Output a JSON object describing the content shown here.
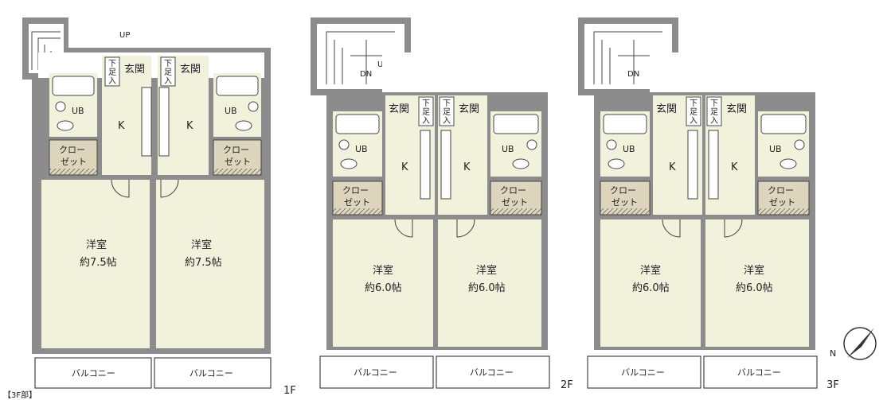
{
  "floors": [
    {
      "floor_label": "1F",
      "stair_label": "UP",
      "units": [
        {
          "entrance": "玄関",
          "shoe": "下足入",
          "kitchen": "K",
          "bath": "UB",
          "closet_line1": "クロー",
          "closet_line2": "ゼット",
          "room_name": "洋室",
          "room_size": "約7.5帖",
          "balcony": "バルコニー"
        },
        {
          "entrance": "玄関",
          "shoe": "下足入",
          "kitchen": "K",
          "bath": "UB",
          "closet_line1": "クロー",
          "closet_line2": "ゼット",
          "room_name": "洋室",
          "room_size": "約7.5帖",
          "balcony": "バルコニー"
        }
      ]
    },
    {
      "floor_label": "2F",
      "stair_label_dn": "DN",
      "stair_label_up": "UP",
      "units": [
        {
          "entrance": "玄関",
          "shoe": "下足入",
          "kitchen": "K",
          "bath": "UB",
          "closet_line1": "クロー",
          "closet_line2": "ゼット",
          "room_name": "洋室",
          "room_size": "約6.0帖",
          "balcony": "バルコニー"
        },
        {
          "entrance": "玄関",
          "shoe": "下足入",
          "kitchen": "K",
          "bath": "UB",
          "closet_line1": "クロー",
          "closet_line2": "ゼット",
          "room_name": "洋室",
          "room_size": "約6.0帖",
          "balcony": "バルコニー"
        }
      ]
    },
    {
      "floor_label": "3F",
      "stair_label_dn": "DN",
      "units": [
        {
          "entrance": "玄関",
          "shoe": "下足入",
          "kitchen": "K",
          "bath": "UB",
          "closet_line1": "クロー",
          "closet_line2": "ゼット",
          "room_name": "洋室",
          "room_size": "約6.0帖",
          "balcony": "バルコニー"
        },
        {
          "entrance": "玄関",
          "shoe": "下足入",
          "kitchen": "K",
          "bath": "UB",
          "closet_line1": "クロー",
          "closet_line2": "ゼット",
          "room_name": "洋室",
          "room_size": "約6.0帖",
          "balcony": "バルコニー"
        }
      ]
    }
  ],
  "compass_label": "N",
  "corner_note": "【3F部】",
  "colors": {
    "wall": "#8c8c8c",
    "room_fill": "#f2f2dc",
    "closet_fill": "#ddd6bd",
    "line": "#444444"
  }
}
